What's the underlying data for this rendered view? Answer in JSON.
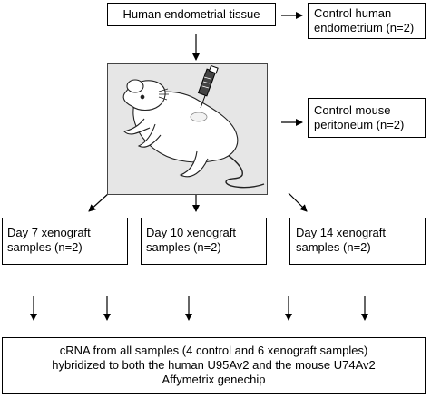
{
  "boxes": {
    "source": {
      "label": "Human endometrial tissue"
    },
    "control_endometrium": {
      "line1": "Control human",
      "line2": "endometrium (n=2)"
    },
    "control_peritoneum": {
      "line1": "Control mouse",
      "line2": "peritoneum (n=2)"
    },
    "day7": {
      "line1": "Day 7 xenograft",
      "line2": "samples (n=2)"
    },
    "day10": {
      "line1": "Day 10 xenograft",
      "line2": "samples (n=2)"
    },
    "day14": {
      "line1": "Day 14 xenograft",
      "line2": "samples (n=2)"
    },
    "hybridization": {
      "line1": "cRNA from all samples (4 control and 6 xenograft samples)",
      "line2": "hybridized to both the human U95Av2 and the mouse U74Av2",
      "line3": "Affymetrix genechip"
    }
  },
  "illustration": {
    "icon": "mouse-with-syringe-icon",
    "fill_color": "#e6e6e6"
  }
}
